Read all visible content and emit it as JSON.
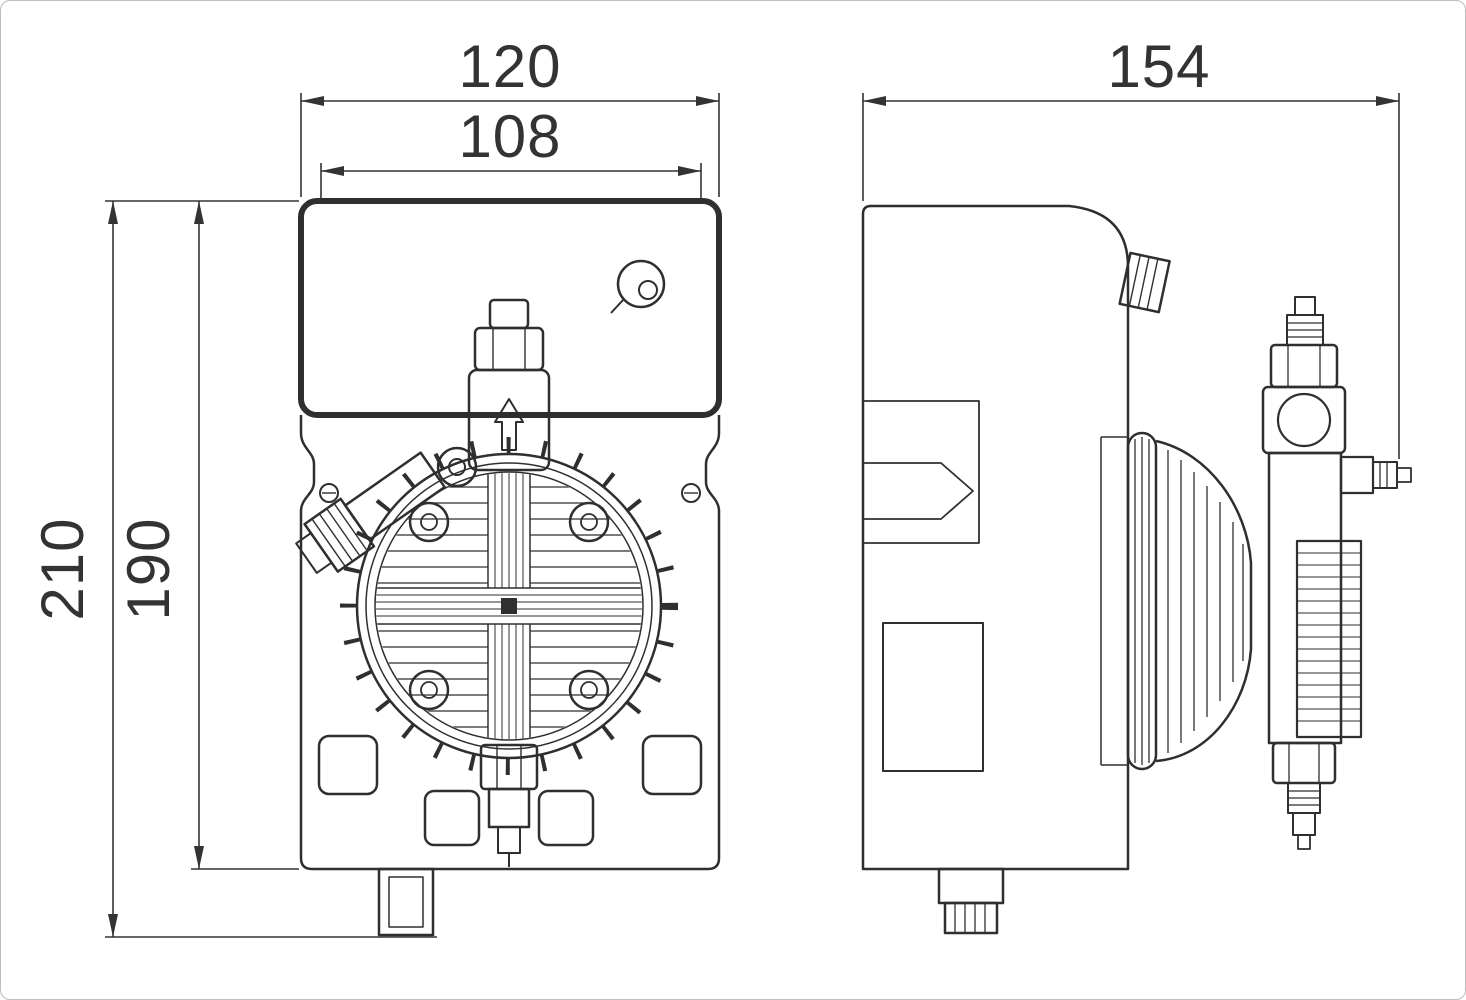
{
  "colors": {
    "line": "#2f2f2f",
    "dimension": "#333333",
    "background": "#ffffff",
    "border": "#bdbdbd"
  },
  "dimensions": {
    "overall_width": "120",
    "housing_width": "108",
    "depth": "154",
    "overall_height": "210",
    "body_height": "190"
  }
}
